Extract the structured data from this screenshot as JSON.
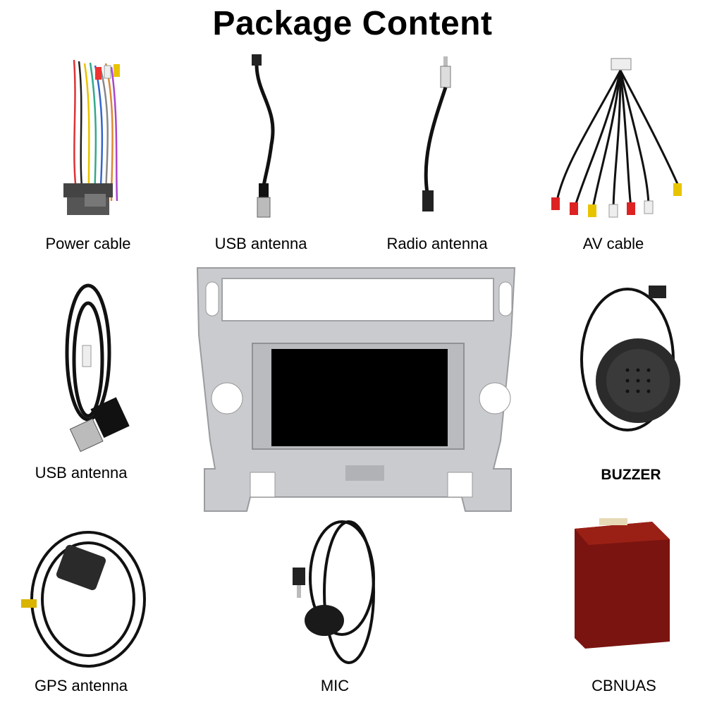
{
  "title": "Package Content",
  "items": [
    {
      "id": "power-cable",
      "label": "Power cable"
    },
    {
      "id": "usb-antenna-top",
      "label": "USB antenna"
    },
    {
      "id": "radio-antenna",
      "label": "Radio antenna"
    },
    {
      "id": "av-cable",
      "label": "AV cable"
    },
    {
      "id": "usb-antenna-left",
      "label": "USB antenna"
    },
    {
      "id": "buzzer",
      "label": "BUZZER"
    },
    {
      "id": "gps-antenna",
      "label": "GPS antenna"
    },
    {
      "id": "mic",
      "label": "MIC"
    },
    {
      "id": "cbnuas",
      "label": "CBNUAS"
    }
  ],
  "head_unit": {
    "label": ""
  },
  "colors": {
    "frame": "#c9cbce",
    "screen": "#000000",
    "cbnuas_box": "#7a1410",
    "cable": "#111111"
  }
}
